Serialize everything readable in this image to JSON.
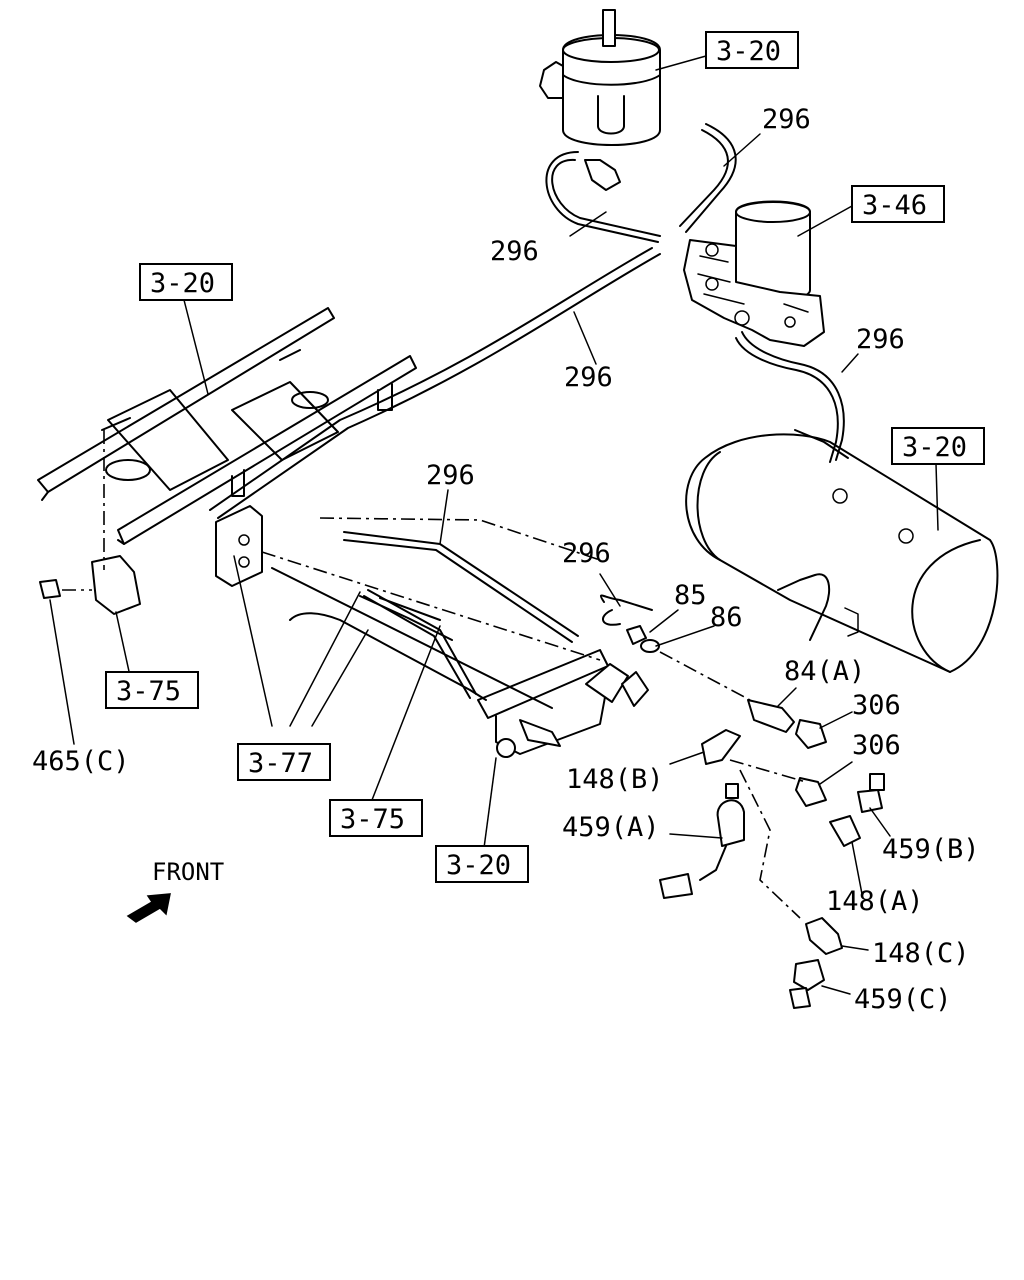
{
  "direction": "FRONT",
  "boxed_refs": [
    {
      "id": "ref-3-20-top",
      "text": "3-20"
    },
    {
      "id": "ref-3-46",
      "text": "3-46"
    },
    {
      "id": "ref-3-20-frame",
      "text": "3-20"
    },
    {
      "id": "ref-3-20-tank",
      "text": "3-20"
    },
    {
      "id": "ref-3-75-left",
      "text": "3-75"
    },
    {
      "id": "ref-3-77",
      "text": "3-77"
    },
    {
      "id": "ref-3-75-mid",
      "text": "3-75"
    },
    {
      "id": "ref-3-20-bottom",
      "text": "3-20"
    }
  ],
  "part_labels": [
    {
      "id": "p296-a",
      "text": "296"
    },
    {
      "id": "p296-b",
      "text": "296"
    },
    {
      "id": "p296-c",
      "text": "296"
    },
    {
      "id": "p296-d",
      "text": "296"
    },
    {
      "id": "p296-e",
      "text": "296"
    },
    {
      "id": "p296-f",
      "text": "296"
    },
    {
      "id": "p85",
      "text": "85"
    },
    {
      "id": "p86",
      "text": "86"
    },
    {
      "id": "p84a",
      "text": "84(A)"
    },
    {
      "id": "p306-a",
      "text": "306"
    },
    {
      "id": "p306-b",
      "text": "306"
    },
    {
      "id": "p148b",
      "text": "148(B)"
    },
    {
      "id": "p459a",
      "text": "459(A)"
    },
    {
      "id": "p459b",
      "text": "459(B)"
    },
    {
      "id": "p148a",
      "text": "148(A)"
    },
    {
      "id": "p148c",
      "text": "148(C)"
    },
    {
      "id": "p459c",
      "text": "459(C)"
    },
    {
      "id": "p465c",
      "text": "465(C)"
    }
  ]
}
